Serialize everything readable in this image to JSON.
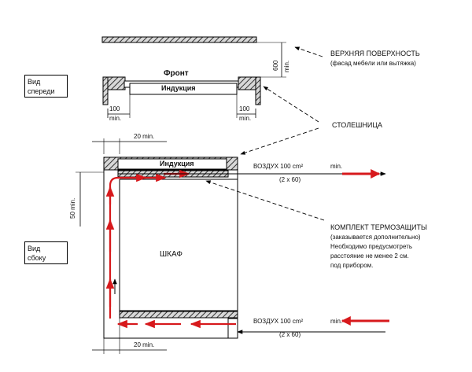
{
  "views": {
    "front_label": [
      "Вид",
      "спереди"
    ],
    "side_label": [
      "Вид",
      "сбоку"
    ]
  },
  "front_view": {
    "front_title": "Фронт",
    "induction_label": "Индукция",
    "clearance_left": [
      "100",
      "min."
    ],
    "clearance_right": [
      "100",
      "min."
    ],
    "top_clearance": "600",
    "top_clearance_unit": "min."
  },
  "side_view": {
    "induction_label": "Индукция",
    "cabinet_label": "ШКАФ",
    "top_gap": "20 min.",
    "bottom_gap": "20 min.",
    "side_height": "50 min.",
    "air_top": {
      "text": "ВОЗДУХ 100 cm²",
      "unit": "min.",
      "dims": "(2  x  60)"
    },
    "air_bottom": {
      "text": "ВОЗДУХ 100 cm²",
      "unit": "min.",
      "dims": "(2  x  60)"
    }
  },
  "callouts": {
    "upper_surface": "ВЕРХНЯЯ ПОВЕРХНОСТЬ",
    "upper_surface_note": "(фасад мебели или вытяжка)",
    "countertop": "СТОЛЕШНИЦА",
    "thermal_kit": "КОМПЛЕКТ ТЕРМОЗАЩИТЫ",
    "thermal_kit_lines": [
      "(заказывается дополнительно)",
      "Необходимо предусмотреть",
      "расстояние не менее 2 см.",
      "под прибором."
    ]
  },
  "colors": {
    "airflow": "#d7191c",
    "ink": "#111111",
    "hatch": "#555555"
  }
}
